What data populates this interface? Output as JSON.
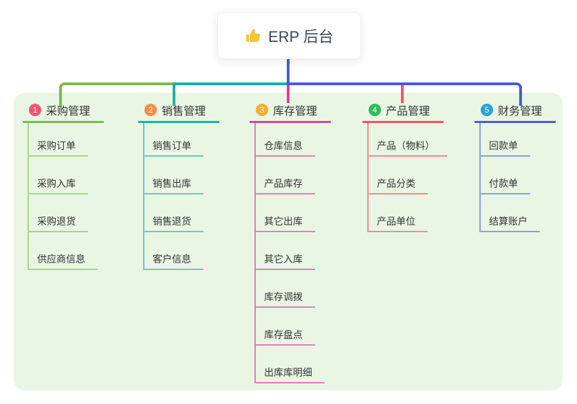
{
  "root": {
    "label": "ERP 后台",
    "icon": "thumbs-up",
    "icon_color": "#f7c531"
  },
  "panel": {
    "background": "#e9f6e4"
  },
  "branches": [
    {
      "index": "1",
      "label": "采购管理",
      "badge_color": "#f25672",
      "line_color": "#7dbb4a",
      "leaf_line_color": "#a9d389",
      "children": [
        "采购订单",
        "采购入库",
        "采购退货",
        "供应商信息"
      ]
    },
    {
      "index": "2",
      "label": "销售管理",
      "badge_color": "#fb8c43",
      "line_color": "#17b3a6",
      "leaf_line_color": "#67cac1",
      "children": [
        "销售订单",
        "销售出库",
        "销售退货",
        "客户信息"
      ]
    },
    {
      "index": "3",
      "label": "库存管理",
      "badge_color": "#fbac33",
      "line_color": "#d8439a",
      "leaf_line_color": "#e87ab8",
      "children": [
        "仓库信息",
        "产品库存",
        "其它出库",
        "其它入库",
        "库存调拨",
        "库存盘点",
        "出库库明细"
      ]
    },
    {
      "index": "4",
      "label": "产品管理",
      "badge_color": "#2fbd5f",
      "line_color": "#f2555e",
      "leaf_line_color": "#f5898f",
      "children": [
        "产品（物料）",
        "产品分类",
        "产品单位"
      ]
    },
    {
      "index": "5",
      "label": "财务管理",
      "badge_color": "#2ba0dd",
      "line_color": "#4a5ad4",
      "leaf_line_color": "#8f9cdf",
      "children": [
        "回款单",
        "付款单",
        "结算账户"
      ]
    }
  ]
}
